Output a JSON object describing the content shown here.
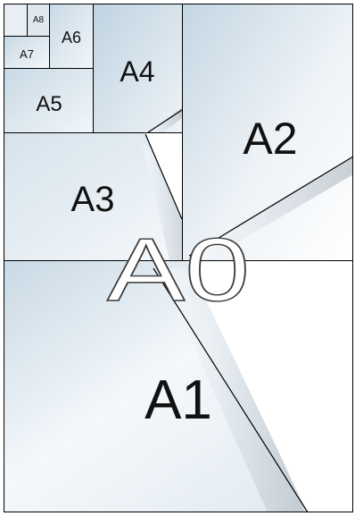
{
  "diagram": {
    "labels": {
      "a0": "A0",
      "a1": "A1",
      "a2": "A2",
      "a3": "A3",
      "a4": "A4",
      "a5": "A5",
      "a6": "A6",
      "a7": "A7",
      "a8": "A8"
    },
    "colors": {
      "paper_light": "#f4f7fa",
      "paper_blue": "#c6d8e4",
      "edge": "#000000"
    }
  }
}
